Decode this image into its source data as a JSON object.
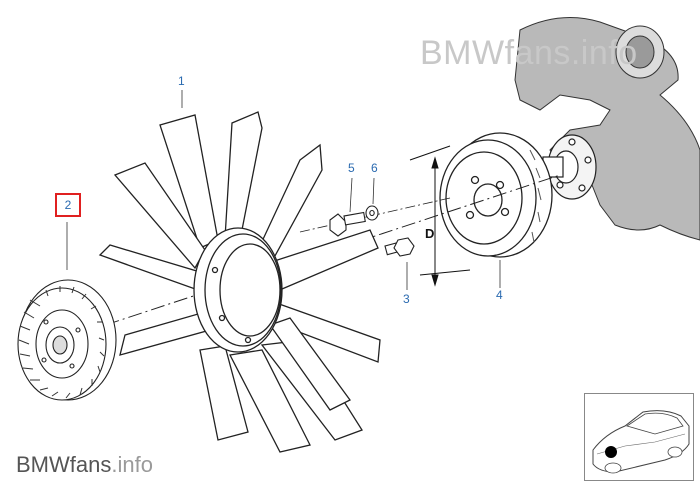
{
  "diagram": {
    "callouts": [
      {
        "id": "c1",
        "label": "1"
      },
      {
        "id": "c2",
        "label": "2",
        "highlighted": true,
        "highlight_color": "#e02020"
      },
      {
        "id": "c3",
        "label": "3"
      },
      {
        "id": "c4",
        "label": "4"
      },
      {
        "id": "c5",
        "label": "5"
      },
      {
        "id": "c6",
        "label": "6"
      }
    ],
    "dimension_label": "D",
    "callout_color": "#2a6ab0"
  },
  "watermark": {
    "top": "BMWfans.info",
    "bottom_brand": "BMWfans",
    "bottom_suffix": ".info"
  },
  "thumbnail": {
    "icon": "car-location-icon"
  }
}
